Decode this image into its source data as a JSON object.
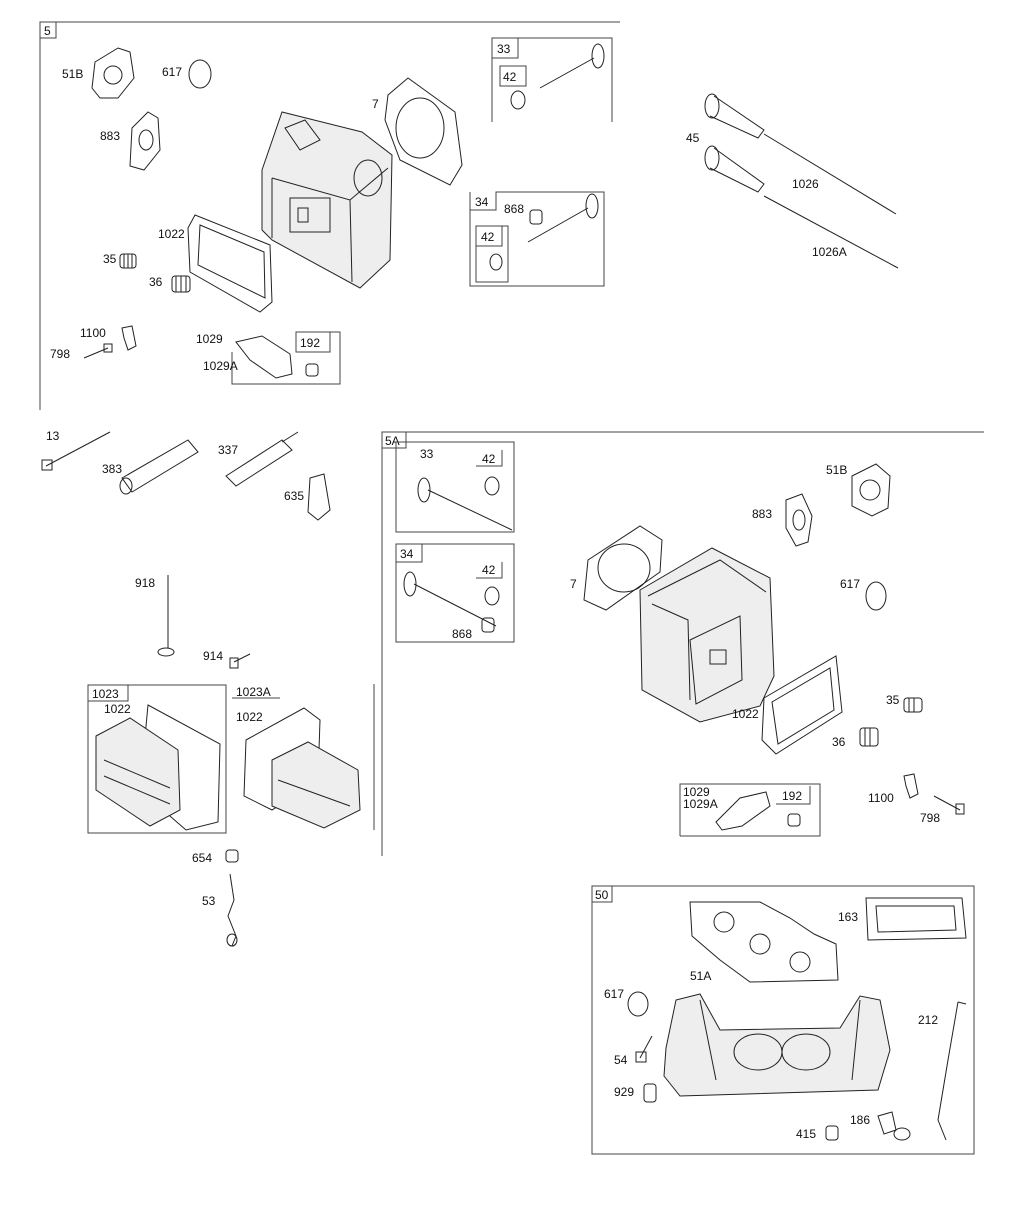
{
  "sections": {
    "s5": {
      "tag": "5",
      "labels": {
        "51B": "51B",
        "617": "617",
        "883": "883",
        "7": "7",
        "1022": "1022",
        "35": "35",
        "36": "36",
        "1100": "1100",
        "798": "798",
        "1029": "1029",
        "1029A": "1029A",
        "192": "192",
        "33": "33",
        "42a": "42",
        "34": "34",
        "868": "868",
        "42b": "42"
      }
    },
    "right_top": {
      "labels": {
        "45": "45",
        "1026": "1026",
        "1026A": "1026A"
      }
    },
    "left_mid": {
      "labels": {
        "13": "13",
        "383": "383",
        "337": "337",
        "635": "635",
        "918": "918",
        "914": "914",
        "1023": "1023",
        "1022a": "1022",
        "1023A": "1023A",
        "1022b": "1022",
        "654": "654",
        "53": "53"
      }
    },
    "s5A": {
      "tag": "5A",
      "labels": {
        "33": "33",
        "42a": "42",
        "34": "34",
        "42b": "42",
        "868": "868",
        "7": "7",
        "883": "883",
        "51B": "51B",
        "617": "617",
        "1022": "1022",
        "35": "35",
        "36": "36",
        "1029": "1029",
        "1029A": "1029A",
        "192": "192",
        "1100": "1100",
        "798": "798"
      }
    },
    "s50": {
      "tag": "50",
      "labels": {
        "163": "163",
        "51A": "51A",
        "617": "617",
        "212": "212",
        "54": "54",
        "929": "929",
        "186": "186",
        "415": "415"
      }
    }
  },
  "colors": {
    "line": "#222222",
    "frame": "#444444",
    "fill": "#eeeeee"
  }
}
